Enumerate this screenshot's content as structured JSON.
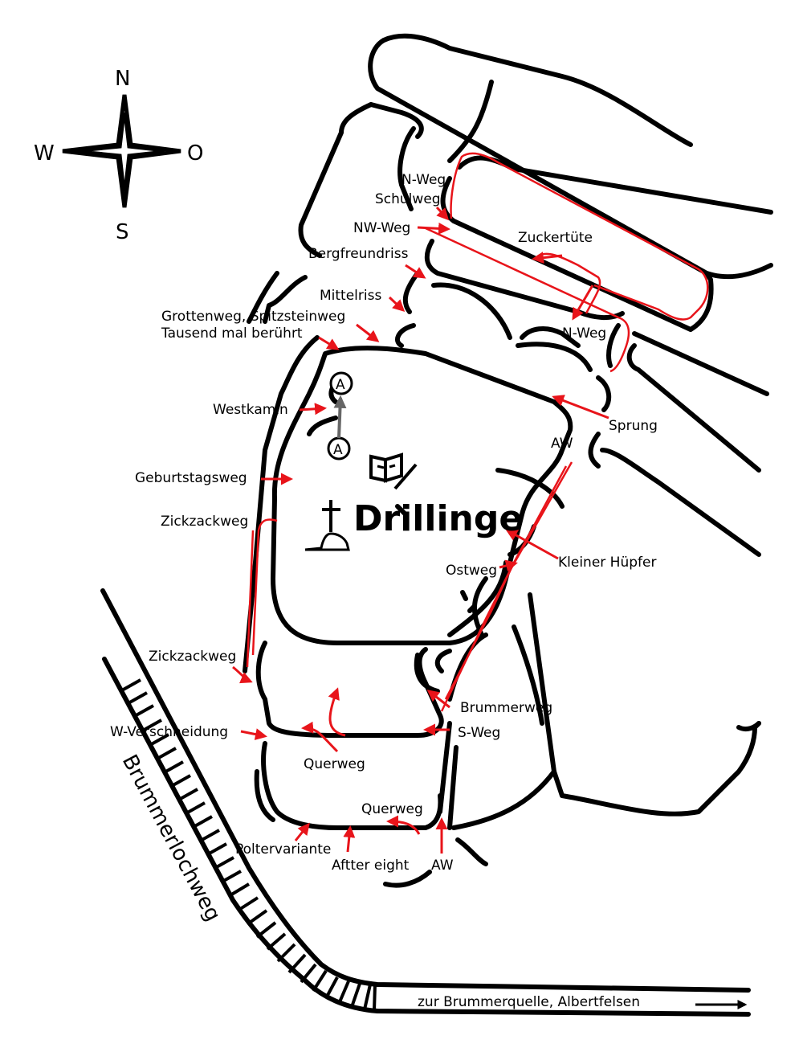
{
  "title": "Drillinge",
  "compass": {
    "n": "N",
    "s": "S",
    "w": "W",
    "o": "O"
  },
  "summit_marker": "A",
  "streets": {
    "brummerlochweg": "Brummerlochweg",
    "to_spring": "zur Brummerquelle, Albertfelsen"
  },
  "routes": {
    "n_weg_1": "N-Weg",
    "schulweg": "Schulweg",
    "nw_weg": "NW-Weg",
    "zuckertuete": "Zuckertüte",
    "bergfreundriss": "Bergfreundriss",
    "mittelriss": "Mittelriss",
    "grottenweg": "Grottenweg, Spitzsteinweg",
    "tausend_mal": "Tausend mal berührt",
    "n_weg_2": "N-Weg",
    "westkamin": "Westkamin",
    "sprung": "Sprung",
    "aw_1": "AW",
    "geburtstagsweg": "Geburtstagsweg",
    "zickzackweg_1": "Zickzackweg",
    "kleiner_huepfer": "Kleiner Hüpfer",
    "ostweg": "Ostweg",
    "zickzackweg_2": "Zickzackweg",
    "brummerweg": "Brummerweg",
    "w_verschneidung": "W-Verschneidung",
    "s_weg": "S-Weg",
    "querweg_1": "Querweg",
    "querweg_2": "Querweg",
    "poltervariante": "Poltervariante",
    "after_eight": "Aftter eight",
    "aw_2": "AW"
  },
  "colors": {
    "route": "#e8141a",
    "rock": "#000000",
    "descent": "#666666"
  },
  "icons": [
    "compass-rose-icon",
    "summit-book-icon",
    "summit-cross-icon"
  ]
}
